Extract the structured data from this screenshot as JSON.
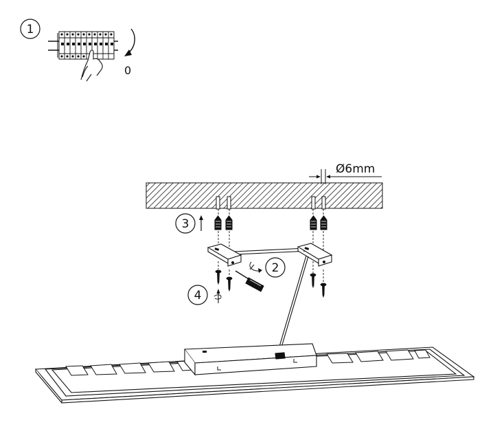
{
  "steps": {
    "one": "1",
    "two": "2",
    "three": "3",
    "four": "4"
  },
  "breaker_state": "0",
  "drill_diameter": "Ø6mm",
  "colors": {
    "line": "#111111",
    "background": "#ffffff",
    "hatch": "#222222"
  },
  "icons": [
    "circuit-breaker-icon",
    "hand-icon",
    "rotate-arrow-icon",
    "screwdriver-icon",
    "wall-plug-icon",
    "screw-icon"
  ]
}
